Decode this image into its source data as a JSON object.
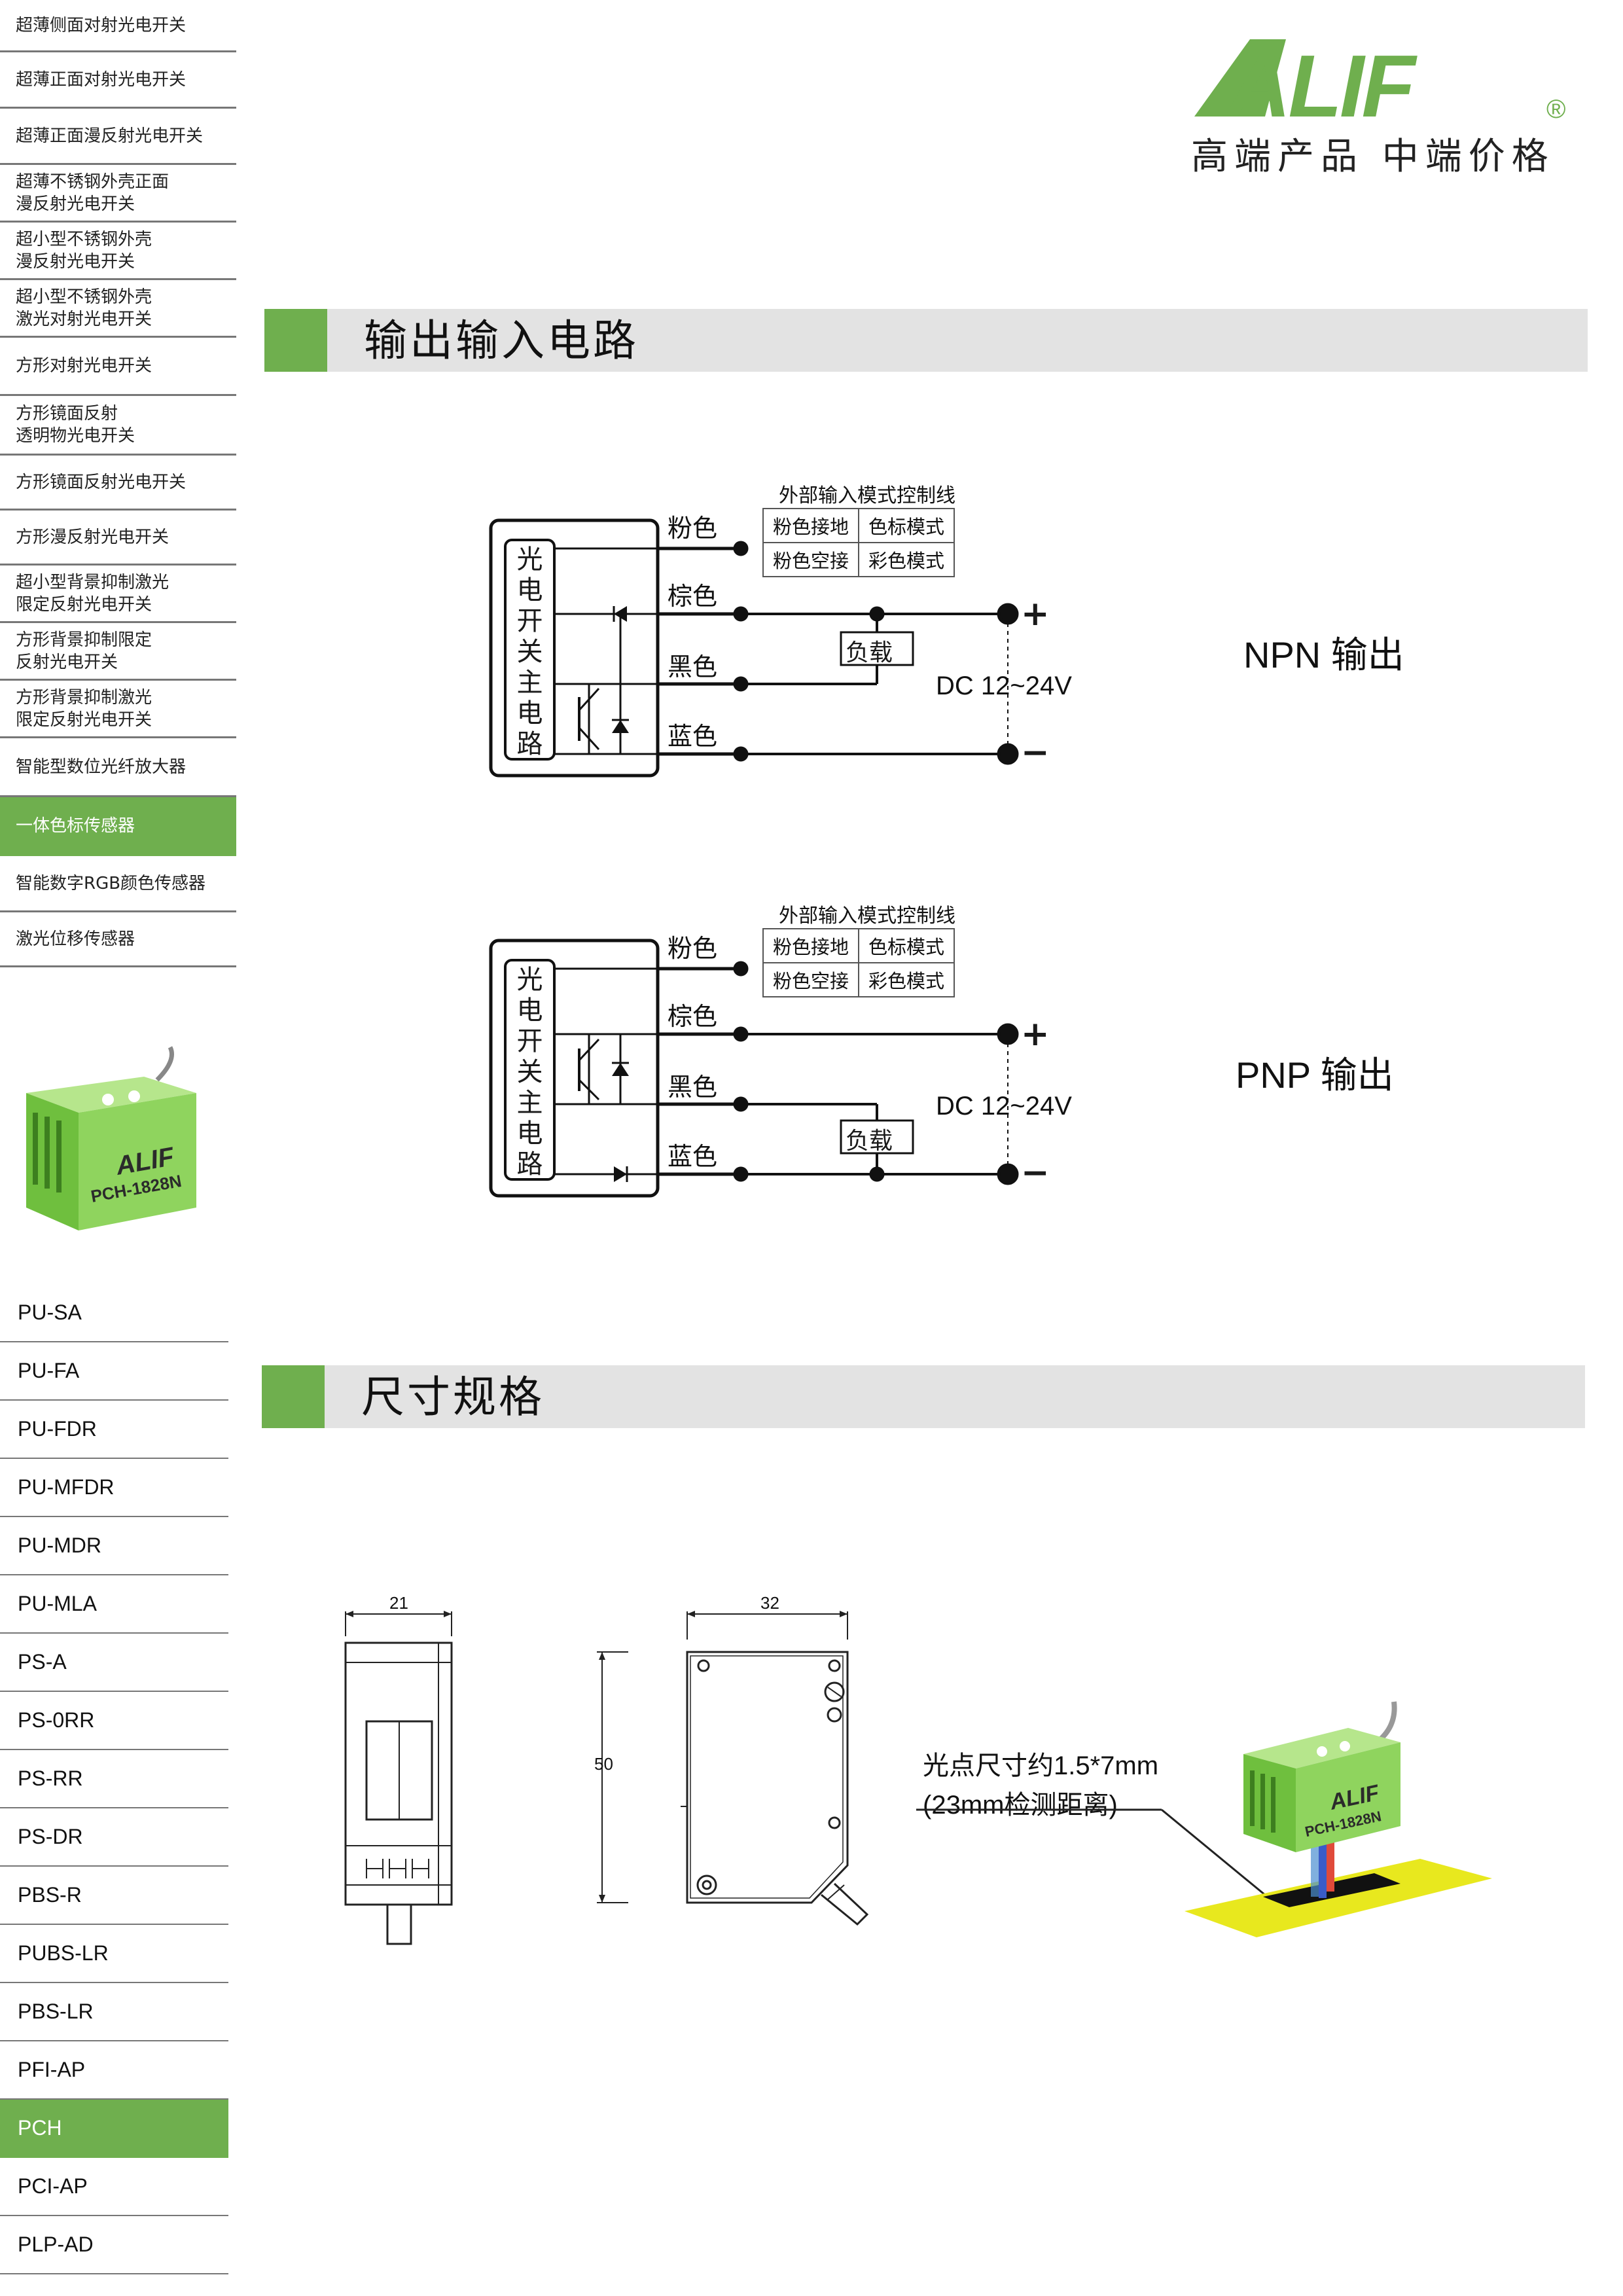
{
  "brand": {
    "logo_text": "ALIF",
    "registered": "®",
    "slogan": "高端产品  中端价格"
  },
  "colors": {
    "accent": "#6faf4e",
    "header_band": "#e3e3e3",
    "body_green": "#8fd45e",
    "stripe_yellow": "#e8e81e"
  },
  "sidebar": {
    "categories": [
      {
        "lines": [
          "超薄侧面对射光电开关"
        ]
      },
      {
        "lines": [
          "超薄正面对射光电开关"
        ]
      },
      {
        "lines": [
          "超薄正面漫反射光电开关"
        ]
      },
      {
        "lines": [
          "超薄不锈钢外壳正面",
          "漫反射光电开关"
        ]
      },
      {
        "lines": [
          "超小型不锈钢外壳",
          "漫反射光电开关"
        ]
      },
      {
        "lines": [
          "超小型不锈钢外壳",
          "激光对射光电开关"
        ]
      },
      {
        "lines": [
          "方形对射光电开关"
        ]
      },
      {
        "lines": [
          "方形镜面反射",
          "透明物光电开关"
        ]
      },
      {
        "lines": [
          "方形镜面反射光电开关"
        ]
      },
      {
        "lines": [
          "方形漫反射光电开关"
        ]
      },
      {
        "lines": [
          "超小型背景抑制激光",
          "限定反射光电开关"
        ]
      },
      {
        "lines": [
          "方形背景抑制限定",
          "反射光电开关"
        ]
      },
      {
        "lines": [
          "方形背景抑制激光",
          "限定反射光电开关"
        ]
      },
      {
        "lines": [
          "智能型数位光纤放大器"
        ]
      },
      {
        "lines": [
          "一体色标传感器"
        ],
        "active": true
      },
      {
        "lines": [
          "智能数字RGB颜色传感器"
        ]
      },
      {
        "lines": [
          "激光位移传感器"
        ]
      }
    ],
    "product_image": {
      "logo_text": "ALIF",
      "model_text": "PCH-1828N"
    },
    "models": [
      {
        "label": "PU-SA"
      },
      {
        "label": "PU-FA"
      },
      {
        "label": "PU-FDR"
      },
      {
        "label": "PU-MFDR"
      },
      {
        "label": "PU-MDR"
      },
      {
        "label": "PU-MLA"
      },
      {
        "label": "PS-A"
      },
      {
        "label": "PS-0RR"
      },
      {
        "label": "PS-RR"
      },
      {
        "label": "PS-DR"
      },
      {
        "label": "PBS-R"
      },
      {
        "label": "PUBS-LR"
      },
      {
        "label": "PBS-LR"
      },
      {
        "label": "PFI-AP"
      },
      {
        "label": "PCH",
        "active": true
      },
      {
        "label": "PCI-AP"
      },
      {
        "label": "PLP-AD"
      }
    ]
  },
  "section_circuit": {
    "title": "输出输入电路"
  },
  "section_size": {
    "title": "尺寸规格"
  },
  "circuits": [
    {
      "output": "NPN",
      "output_suffix": "输出",
      "box_label": [
        "光",
        "电",
        "开",
        "关",
        "主",
        "电",
        "路"
      ],
      "table_caption": "外部输入模式控制线",
      "table": [
        [
          "粉色接地",
          "色标模式"
        ],
        [
          "粉色空接",
          "彩色模式"
        ]
      ],
      "wires": [
        "粉色",
        "棕色",
        "黑色",
        "蓝色"
      ],
      "load": "负载",
      "supply": "DC 12~24V",
      "plus": "+",
      "minus": "−"
    },
    {
      "output": "PNP",
      "output_suffix": "输出",
      "box_label": [
        "光",
        "电",
        "开",
        "关",
        "主",
        "电",
        "路"
      ],
      "table_caption": "外部输入模式控制线",
      "table": [
        [
          "粉色接地",
          "色标模式"
        ],
        [
          "粉色空接",
          "彩色模式"
        ]
      ],
      "wires": [
        "粉色",
        "棕色",
        "黑色",
        "蓝色"
      ],
      "load": "负载",
      "supply": "DC 12~24V",
      "plus": "+",
      "minus": "−"
    }
  ],
  "dimensions": {
    "side_width": "21",
    "front_width": "32",
    "height": "50"
  },
  "spot_note": {
    "line1": "光点尺寸约1.5*7mm",
    "line2": "(23mm检测距离)"
  },
  "product_photo": {
    "logo_text": "ALIF",
    "model_text": "PCH-1828N"
  }
}
